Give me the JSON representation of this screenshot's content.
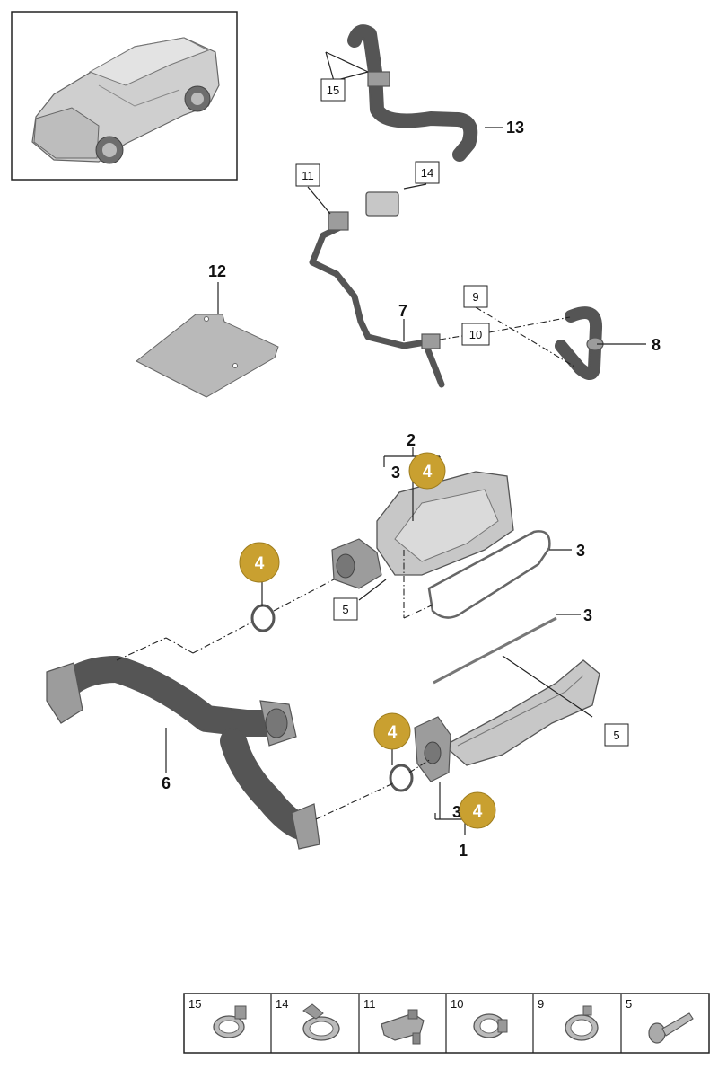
{
  "callouts": {
    "c1": "1",
    "c2": "2",
    "c3a": "3",
    "c3b": "3",
    "c3c": "3",
    "c3d": "3",
    "c5a": "5",
    "c5b": "5",
    "c6": "6",
    "c7": "7",
    "c8": "8",
    "c9": "9",
    "c10": "10",
    "c11": "11",
    "c12": "12",
    "c13": "13",
    "c14": "14",
    "c15": "15"
  },
  "badges": {
    "b1": "4",
    "b2": "4",
    "b3": "4",
    "b4": "4"
  },
  "parts_strip": [
    {
      "label": "15",
      "icon": "hose-clamp-icon"
    },
    {
      "label": "14",
      "icon": "spring-clamp-icon"
    },
    {
      "label": "11",
      "icon": "bracket-clip-icon"
    },
    {
      "label": "10",
      "icon": "band-clamp-icon"
    },
    {
      "label": "9",
      "icon": "ring-clamp-icon"
    },
    {
      "label": "5",
      "icon": "screw-icon"
    }
  ],
  "colors": {
    "badge": "#c9a030",
    "part": "#c7c7c7",
    "line": "#222222"
  }
}
